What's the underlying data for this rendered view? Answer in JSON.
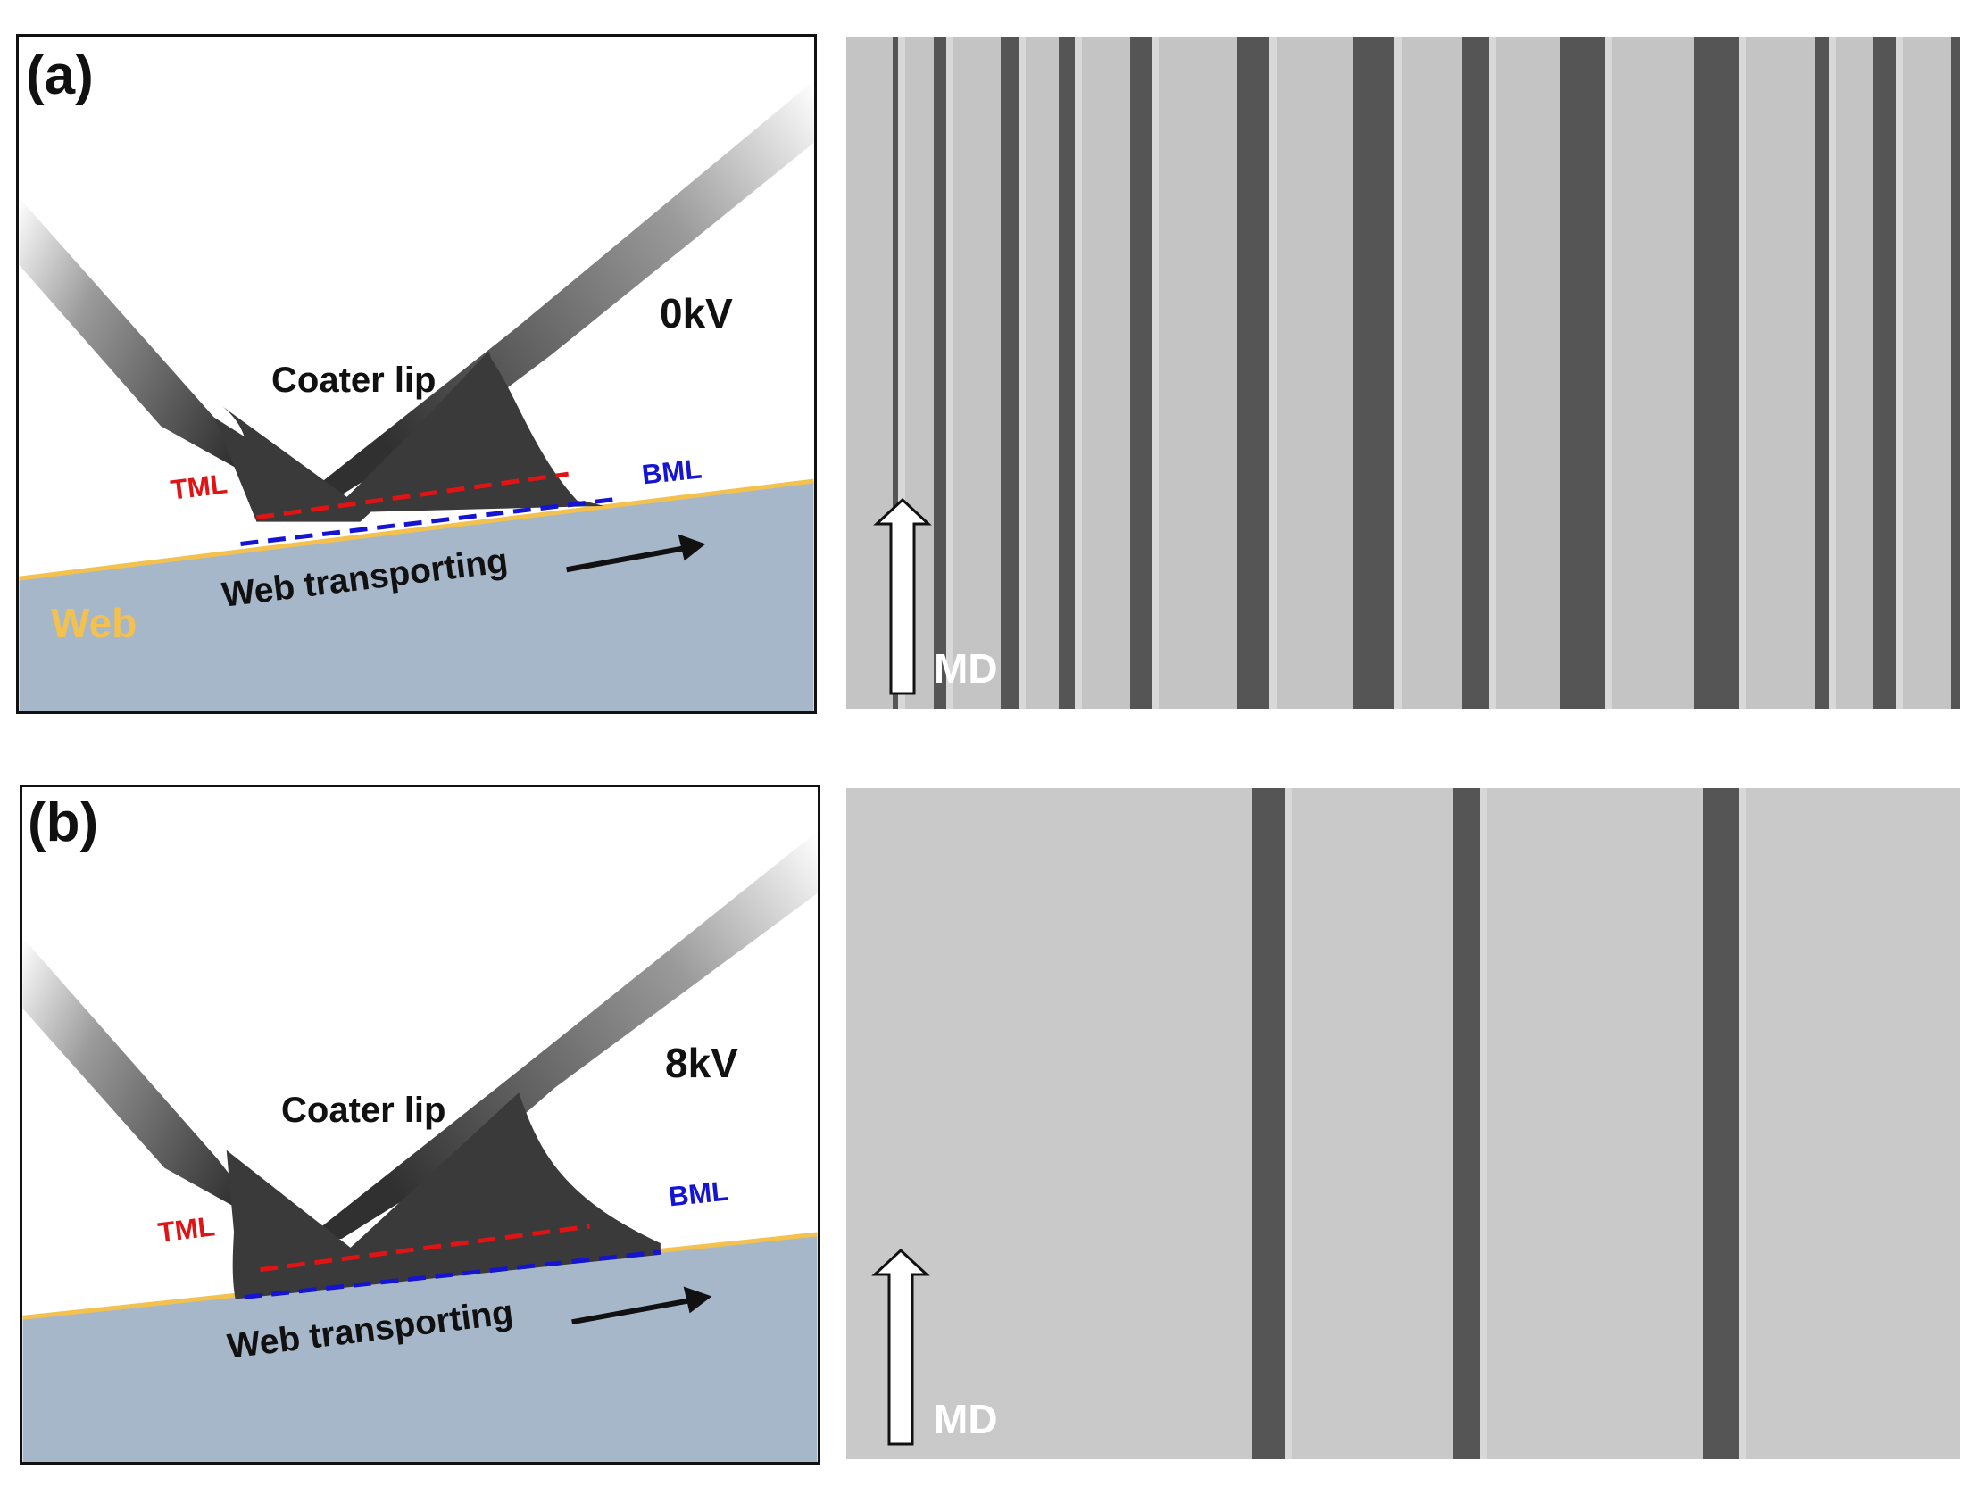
{
  "colors": {
    "web_fill": "#a7b7ca",
    "web_line": "#f2c14e",
    "web_label": "#f2c14e",
    "tml": "#e01414",
    "bml": "#1414d2",
    "meniscus": "#3a3a3a",
    "photo_bg": "#c4c4c4",
    "stripe": "#555555"
  },
  "panels": [
    {
      "id": "a",
      "label": "(a)",
      "voltage": "0kV",
      "lip_label": "Coater lip",
      "tml_label": "TML",
      "bml_label": "BML",
      "transport_label": "Web transporting",
      "web_label": "Web",
      "arrow_icon": "arrow-right-icon",
      "md_label": "MD",
      "md_icon": "arrow-up-icon",
      "stripe_count": 14
    },
    {
      "id": "b",
      "label": "(b)",
      "voltage": "8kV",
      "lip_label": "Coater lip",
      "tml_label": "TML",
      "bml_label": "BML",
      "transport_label": "Web transporting",
      "web_label": "",
      "arrow_icon": "arrow-right-icon",
      "md_label": "MD",
      "md_icon": "arrow-up-icon",
      "stripe_count": 3
    }
  ]
}
